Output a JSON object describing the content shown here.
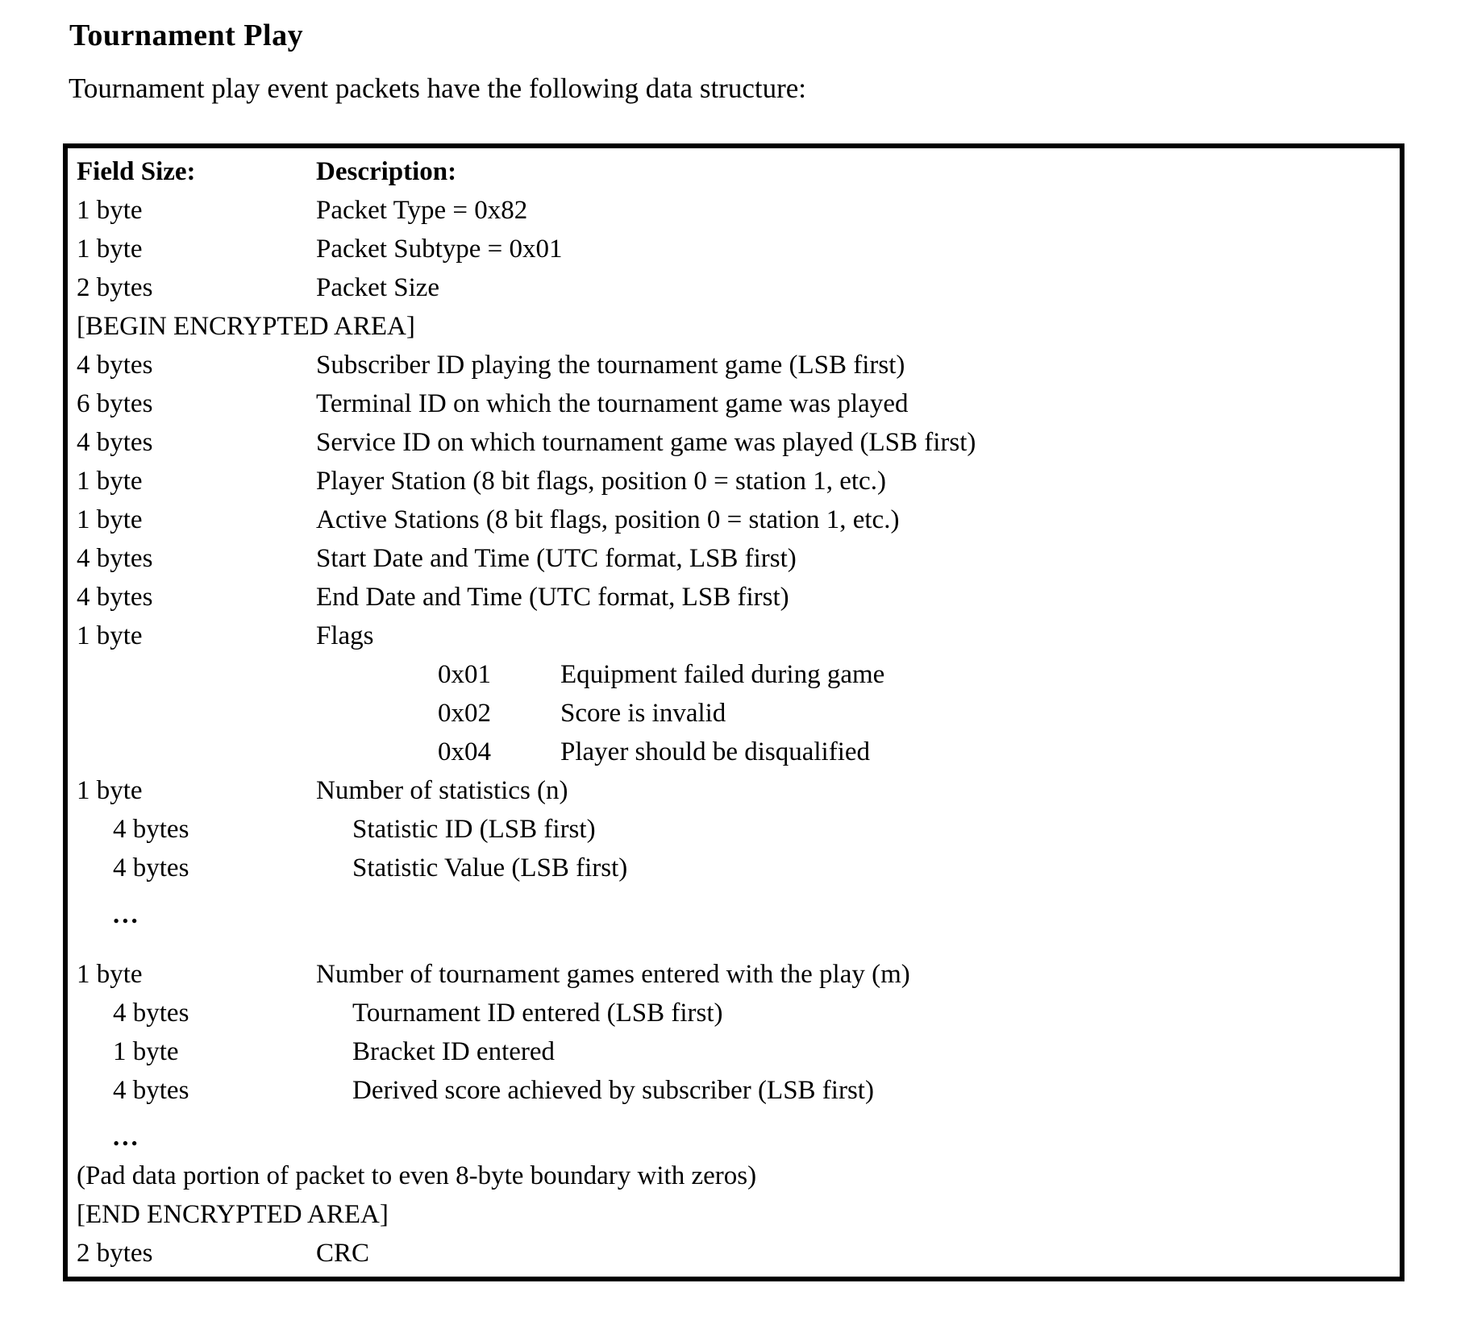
{
  "page": {
    "title": "Tournament Play",
    "intro": "Tournament play event packets have the following data structure:"
  },
  "table": {
    "rows": [
      {
        "type": "header",
        "size": "Field Size:",
        "desc": "Description:"
      },
      {
        "type": "field",
        "size": "1 byte",
        "desc": "Packet Type = 0x82"
      },
      {
        "type": "field",
        "size": "1 byte",
        "desc": "Packet Subtype = 0x01"
      },
      {
        "type": "field",
        "size": "2 bytes",
        "desc": "Packet Size"
      },
      {
        "type": "full",
        "text": "[BEGIN ENCRYPTED AREA]"
      },
      {
        "type": "field",
        "size": "4 bytes",
        "desc": "Subscriber ID playing the tournament game (LSB first)"
      },
      {
        "type": "field",
        "size": "6 bytes",
        "desc": "Terminal ID on which the tournament game was played"
      },
      {
        "type": "field",
        "size": "4 bytes",
        "desc": "Service ID on which tournament game was played (LSB first)"
      },
      {
        "type": "field",
        "size": "1 byte",
        "desc": "Player Station (8 bit flags, position 0 = station 1, etc.)"
      },
      {
        "type": "field",
        "size": "1 byte",
        "desc": "Active Stations (8 bit flags, position 0 = station 1, etc.)"
      },
      {
        "type": "field",
        "size": "4 bytes",
        "desc": "Start Date and Time (UTC format, LSB first)"
      },
      {
        "type": "field",
        "size": "4 bytes",
        "desc": "End Date and Time (UTC format, LSB first)"
      },
      {
        "type": "field",
        "size": "1 byte",
        "desc": "Flags"
      },
      {
        "type": "flag",
        "code": "0x01",
        "desc": "Equipment failed during game"
      },
      {
        "type": "flag",
        "code": "0x02",
        "desc": "Score is invalid"
      },
      {
        "type": "flag",
        "code": "0x04",
        "desc": "Player should be disqualified"
      },
      {
        "type": "field",
        "size": "1 byte",
        "desc": "Number of statistics (n)"
      },
      {
        "type": "sub",
        "size": "4 bytes",
        "desc": "Statistic ID (LSB first)"
      },
      {
        "type": "sub",
        "size": "4 bytes",
        "desc": "Statistic Value (LSB first)"
      },
      {
        "type": "ellipsis",
        "text": "..."
      },
      {
        "type": "spacer"
      },
      {
        "type": "field",
        "size": "1 byte",
        "desc": "Number of tournament games entered with the play (m)"
      },
      {
        "type": "sub",
        "size": "4 bytes",
        "desc": "Tournament ID entered (LSB first)"
      },
      {
        "type": "sub",
        "size": "1 byte",
        "desc": "Bracket ID entered"
      },
      {
        "type": "sub",
        "size": "4 bytes",
        "desc": "Derived score achieved by subscriber (LSB first)"
      },
      {
        "type": "ellipsis",
        "text": "..."
      },
      {
        "type": "full",
        "text": "(Pad data portion of packet to even 8-byte boundary with zeros)"
      },
      {
        "type": "full",
        "text": "[END ENCRYPTED AREA]"
      },
      {
        "type": "field",
        "size": "2 bytes",
        "desc": "CRC"
      }
    ]
  }
}
